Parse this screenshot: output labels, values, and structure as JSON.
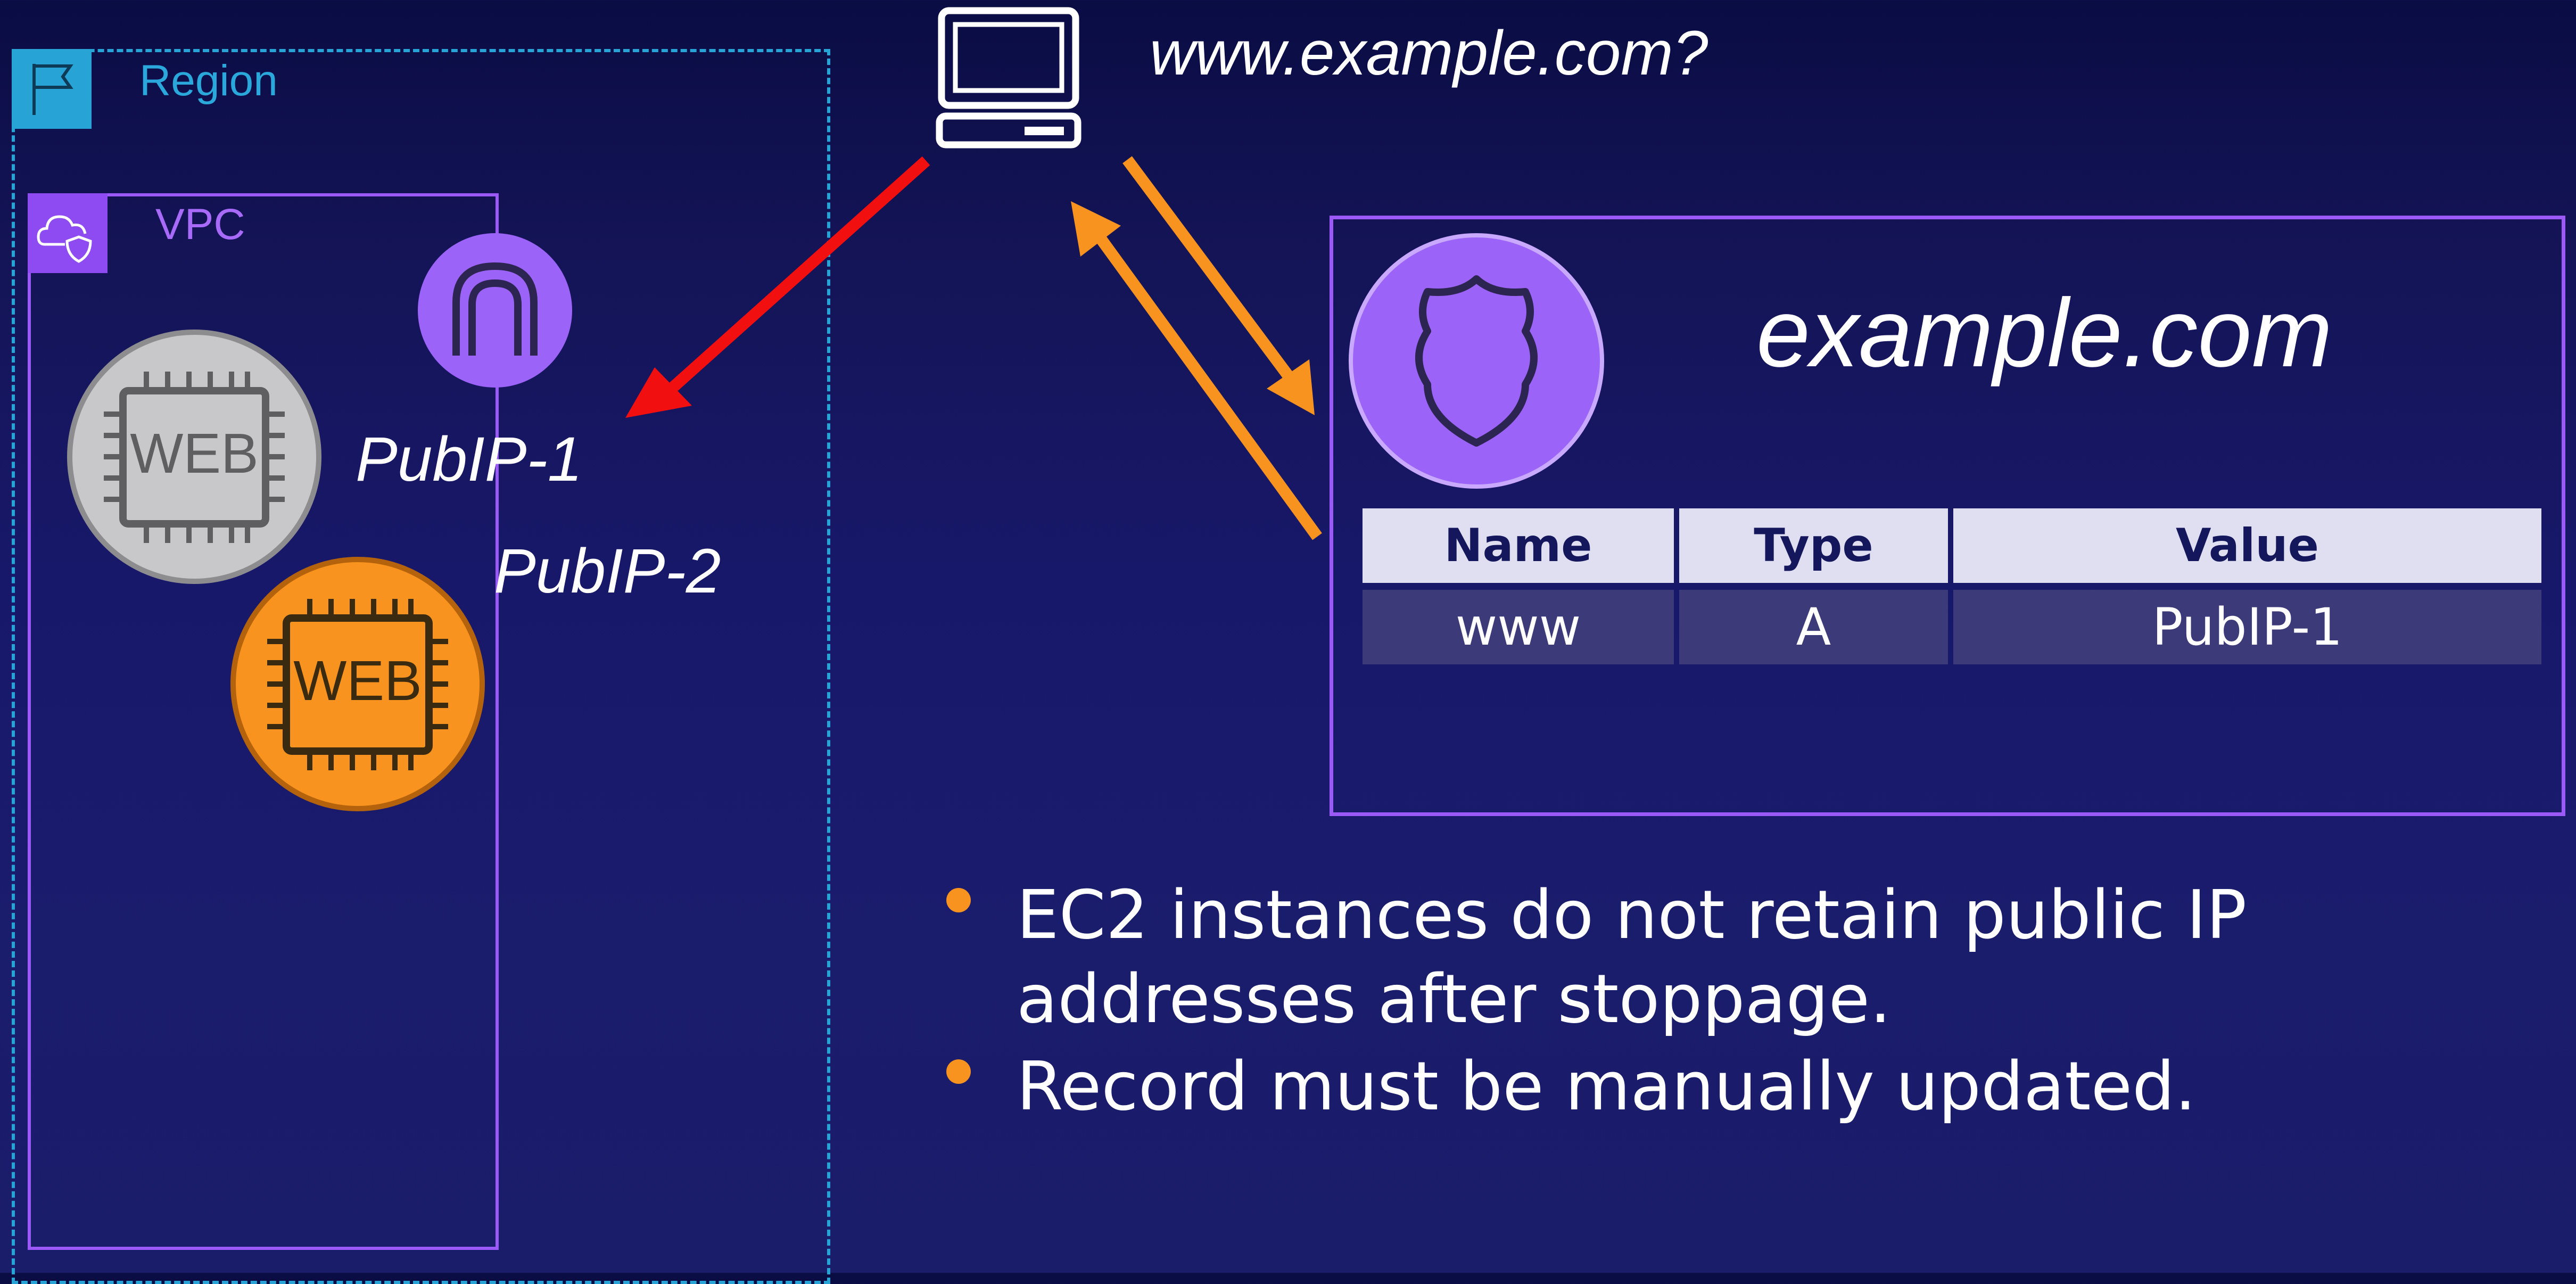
{
  "diagram": {
    "query_label": "www.example.com?",
    "region": {
      "label": "Region",
      "icon": "flag-icon"
    },
    "vpc": {
      "label": "VPC",
      "icon": "cloud-shield-icon"
    },
    "internet_gateway": {
      "icon": "internet-gateway-icon"
    },
    "instances": [
      {
        "chip_text": "WEB",
        "state": "stopped",
        "color": "#c7c7c9",
        "ip_label": "PubIP-1"
      },
      {
        "chip_text": "WEB",
        "state": "running",
        "color": "#f7931e",
        "ip_label": "PubIP-2"
      }
    ],
    "hosted_zone": {
      "domain": "example.com",
      "icon": "route53-shield-icon",
      "headers": [
        "Name",
        "Type",
        "Value"
      ],
      "records": [
        [
          "www",
          "A",
          "PubIP-1"
        ]
      ]
    },
    "client": {
      "icon": "computer-icon"
    },
    "colors": {
      "arrow_failed": "#f20f0f",
      "arrow_dns": "#f7931e",
      "region": "#27a3d6",
      "vpc": "#9b59f7"
    }
  },
  "bullets": [
    "EC2 instances do not retain public IP addresses after stoppage.",
    "Record must be manually updated."
  ]
}
